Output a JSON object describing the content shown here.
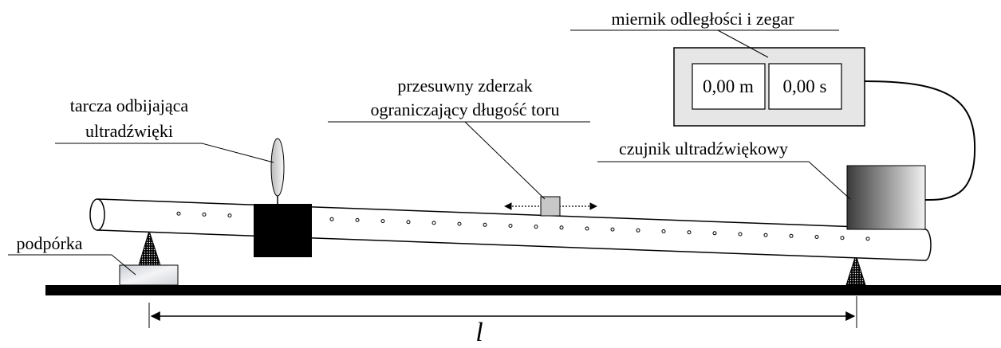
{
  "labels": {
    "meter_caption": "miernik odległości i zegar",
    "distance_readout": "0,00 m",
    "time_readout": "0,00 s",
    "stopper_line1": "przesuwny zderzak",
    "stopper_line2": "ograniczający długość toru",
    "disc_line1": "tarcza odbijająca",
    "disc_line2": "ultradźwięki",
    "sensor": "czujnik ultradźwiękowy",
    "support": "podpórka",
    "length_symbol": "l"
  },
  "colors": {
    "line": "#000000",
    "meter_panel": "#e6e6e6",
    "stopper": "#c8c8c8",
    "base_bar": "#000000"
  }
}
